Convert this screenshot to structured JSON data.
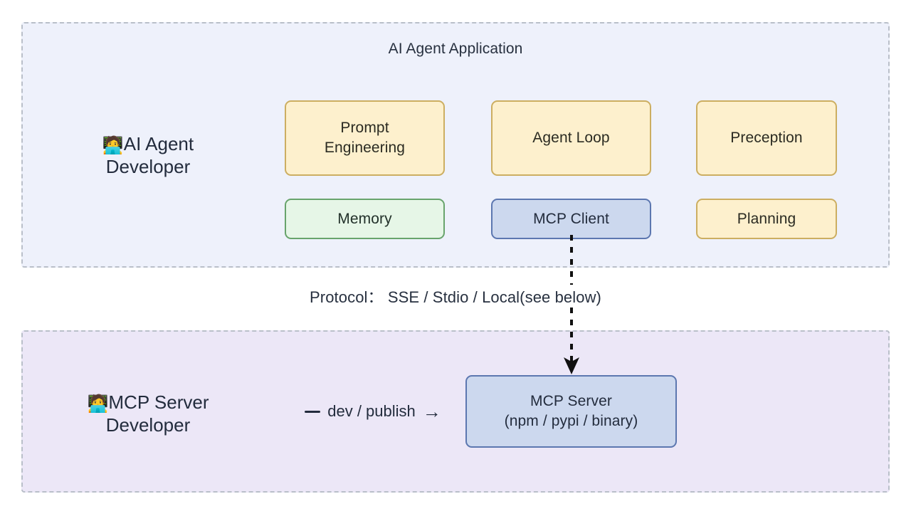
{
  "diagram": {
    "agent_group": {
      "title": "AI Agent Application",
      "role_label": "AI Agent\nDeveloper",
      "role_emoji": "🧑‍💻",
      "background": "#eef1fb",
      "border": "#b9bfc9",
      "boxes": [
        {
          "label": "Prompt\nEngineering",
          "style": "yellow",
          "fill": "#fdf0cd",
          "stroke": "#ccae61"
        },
        {
          "label": "Agent Loop",
          "style": "yellow",
          "fill": "#fdf0cd",
          "stroke": "#ccae61"
        },
        {
          "label": "Preception",
          "style": "yellow",
          "fill": "#fdf0cd",
          "stroke": "#ccae61"
        },
        {
          "label": "Memory",
          "style": "green",
          "fill": "#e6f6e7",
          "stroke": "#68a46c"
        },
        {
          "label": "MCP Client",
          "style": "blue",
          "fill": "#ccd8ee",
          "stroke": "#5c77b0"
        },
        {
          "label": "Planning",
          "style": "yellow",
          "fill": "#fdf0cd",
          "stroke": "#ccae61"
        }
      ]
    },
    "connector": {
      "label": "Protocol：  SSE / Stdio / Local(see below)",
      "line_style": "dashed",
      "direction": "down",
      "color": "#111111"
    },
    "server_group": {
      "role_label": "MCP Server\nDeveloper",
      "role_emoji": "🧑‍💻",
      "background": "#ece7f7",
      "border": "#b9bfc9",
      "dev_publish": {
        "dash": "—",
        "label": "dev / publish",
        "arrow": "→"
      },
      "box": {
        "label": "MCP Server\n(npm / pypi / binary)",
        "style": "blue",
        "fill": "#ccd8ee",
        "stroke": "#5c77b0"
      }
    }
  }
}
